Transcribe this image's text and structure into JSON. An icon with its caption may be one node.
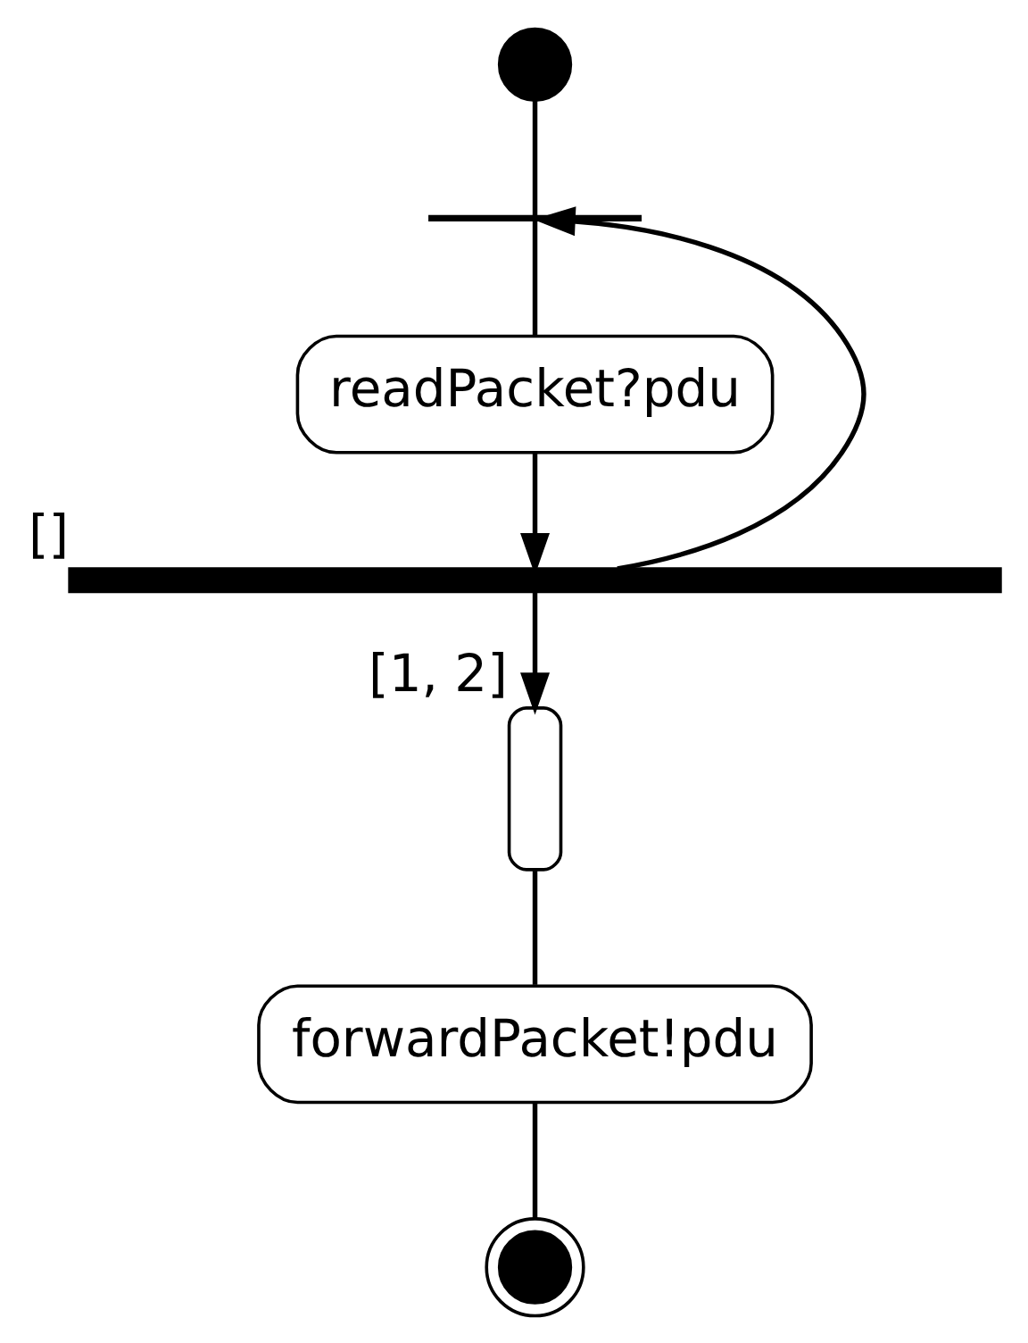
{
  "diagram": {
    "nodes": [
      {
        "text": [],
        "shape": "circle"
      },
      {
        "text": [],
        "shape": "bar"
      },
      {
        "text": [
          "readPacket?pdu"
        ]
      },
      {
        "text": [],
        "shape": "bar",
        "beside": [
          "[]"
        ]
      },
      {
        "text": [],
        "shape": "box",
        "beside": [
          "[1, 2]"
        ]
      },
      {
        "text": [
          "forwardPacket!pdu"
        ]
      },
      {
        "text": [],
        "shape": "circle"
      }
    ],
    "edges": [
      {
        "from": 0,
        "to": 1,
        "arrow": "none"
      },
      {
        "from": 1,
        "to": 2,
        "arrow": "none"
      },
      {
        "from": 2,
        "to": 3,
        "arrow": "to"
      },
      {
        "from": 3,
        "to": 1,
        "arrow": "to"
      },
      {
        "from": 3,
        "to": 4,
        "arrow": "to"
      },
      {
        "from": 4,
        "to": 5,
        "arrow": "none"
      },
      {
        "from": 5,
        "to": 6,
        "arrow": "none"
      }
    ]
  }
}
